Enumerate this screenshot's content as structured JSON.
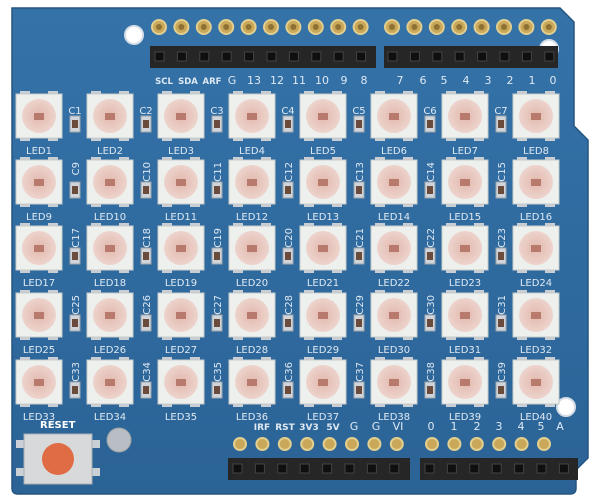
{
  "top_labels": [
    "SCL",
    "SDA",
    "ARF",
    "G",
    "13",
    "12",
    "11",
    "10",
    "9",
    "8",
    "7",
    "6",
    "5",
    "4",
    "3",
    "2",
    "1",
    "0"
  ],
  "bottom_labels": [
    "IRF",
    "RST",
    "3V3",
    "5V",
    "G",
    "G",
    "VI",
    "0",
    "1",
    "2",
    "3",
    "4",
    "5",
    "A"
  ],
  "reset_label": "RESET",
  "leds": [
    "LED1",
    "LED2",
    "LED3",
    "LED4",
    "LED5",
    "LED6",
    "LED7",
    "LED8",
    "LED9",
    "LED10",
    "LED11",
    "LED12",
    "LED13",
    "LED14",
    "LED15",
    "LED16",
    "LED17",
    "LED18",
    "LED19",
    "LED20",
    "LED21",
    "LED22",
    "LED23",
    "LED24",
    "LED25",
    "LED26",
    "LED27",
    "LED28",
    "LED29",
    "LED30",
    "LED31",
    "LED32",
    "LED33",
    "LED34",
    "LED35",
    "LED36",
    "LED37",
    "LED38",
    "LED39",
    "LED40"
  ],
  "row_caps": [
    [
      "C1",
      "C2",
      "C3",
      "C4",
      "C5",
      "C6",
      "C7"
    ],
    [
      "C9",
      "C10",
      "C11",
      "C12",
      "C13",
      "C14",
      "C15"
    ],
    [
      "C17",
      "C18",
      "C19",
      "C20",
      "C21",
      "C22",
      "C23"
    ],
    [
      "C25",
      "C26",
      "C27",
      "C28",
      "C29",
      "C30",
      "C31"
    ],
    [
      "C33",
      "C34",
      "C35",
      "C36",
      "C37",
      "C38",
      "C39"
    ]
  ],
  "colors": {
    "pcb": "#2f6aa0",
    "silk": "#dfe9f3",
    "header": "#262626",
    "led_body": "#eef0ee",
    "led_face": "#e9c9c1"
  }
}
